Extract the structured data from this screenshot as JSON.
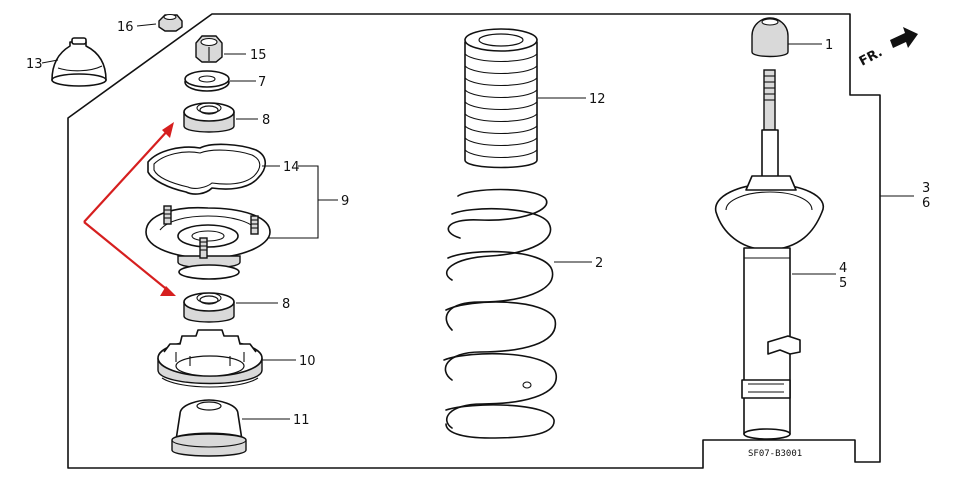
{
  "diagram_code": "SF07-B3001",
  "direction_label": "FR.",
  "callouts": {
    "c1": "1",
    "c2": "2",
    "c3": "3",
    "c4": "4",
    "c5": "5",
    "c6": "6",
    "c7": "7",
    "c8a": "8",
    "c8b": "8",
    "c9": "9",
    "c10": "10",
    "c11": "11",
    "c12": "12",
    "c13": "13",
    "c14": "14",
    "c15": "15",
    "c16": "16"
  },
  "colors": {
    "highlight_arrow": "#d61f1f",
    "line": "#111111"
  }
}
